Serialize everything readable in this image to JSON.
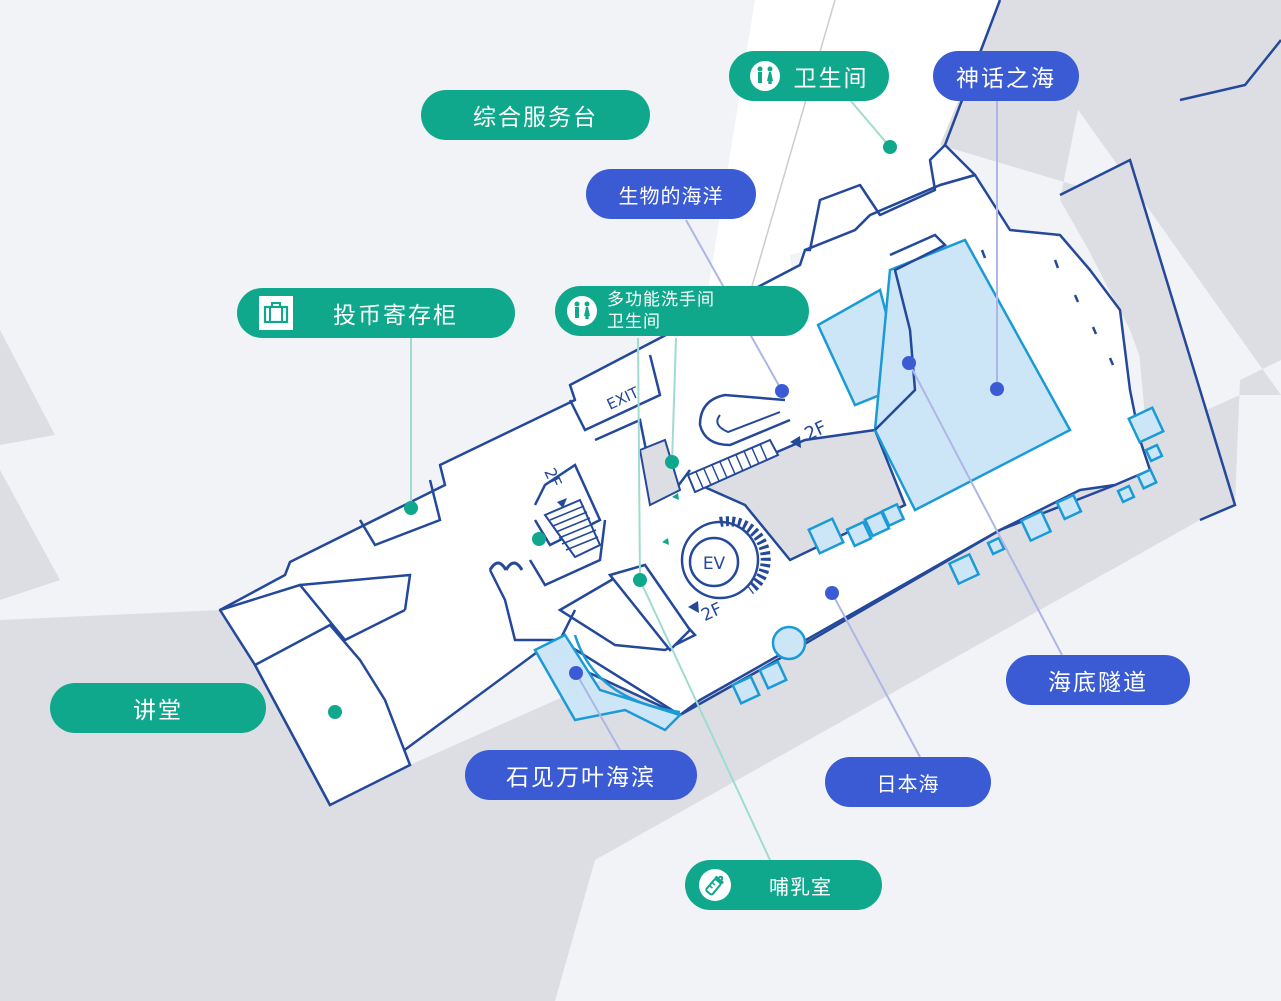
{
  "colors": {
    "background": "#f2f3f6",
    "outside_gray": "#dcdee3",
    "wall_navy": "#24489a",
    "tank_fill": "#cde6f7",
    "tank_stroke": "#1a9ad6",
    "facility_green": "#10a88c",
    "exhibit_blue": "#3a5bd4",
    "exhibit_line": "#aeb6e6",
    "facility_line": "#9fdccf"
  },
  "floor_markings": {
    "exit_sign": "EXIT",
    "elevator": "EV",
    "stairs_up_a": "2F",
    "stairs_up_b": "2F",
    "stairs_up_c": "2F"
  },
  "labels": {
    "restroom": {
      "text": "卫生间",
      "icon": "restroom-icon",
      "kind": "facility"
    },
    "myth_sea": {
      "text": "神话之海",
      "kind": "exhibit"
    },
    "info_desk": {
      "text": "综合服务台",
      "kind": "facility"
    },
    "sea_of_life": {
      "text": "生物的海洋",
      "kind": "exhibit"
    },
    "coin_locker": {
      "text": "投币寄存柜",
      "icon": "locker-icon",
      "kind": "facility"
    },
    "multi_restroom": {
      "line1": "多功能洗手间",
      "line2": "卫生间",
      "icon": "restroom-icon",
      "kind": "facility"
    },
    "lecture_hall": {
      "text": "讲堂",
      "kind": "facility"
    },
    "seaside": {
      "text": "石见万叶海滨",
      "kind": "exhibit"
    },
    "undersea_tunnel": {
      "text": "海底隧道",
      "kind": "exhibit"
    },
    "sea_of_japan": {
      "text": "日本海",
      "kind": "exhibit"
    },
    "nursing_room": {
      "text": "哺乳室",
      "icon": "baby-bottle-icon",
      "kind": "facility"
    }
  }
}
